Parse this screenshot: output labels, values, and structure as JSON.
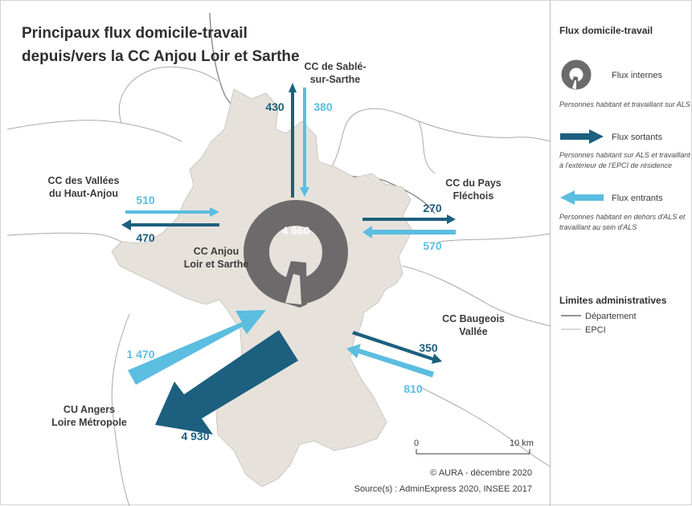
{
  "title": {
    "line1": "Principaux flux domicile-travail",
    "line2": "depuis/vers la CC Anjou Loir et Sarthe"
  },
  "colors": {
    "outgoing": "#1c5f7e",
    "incoming": "#5bbde0",
    "internal": "#6c6a6b",
    "territory": "#e6e2db"
  },
  "places": {
    "sable": [
      "CC de Sablé-",
      "sur-Sarthe"
    ],
    "vallees": [
      "CC des Vallées",
      "du Haut-Anjou"
    ],
    "flechois": [
      "CC du Pays",
      "Fléchois"
    ],
    "als": [
      "CC Anjou",
      "Loir et Sarthe"
    ],
    "baugeois": [
      "CC Baugeois",
      "Vallée"
    ],
    "angers": [
      "CU Angers",
      "Loire Métropole"
    ]
  },
  "flows": {
    "internal": "4 660",
    "sable_out": "430",
    "sable_in": "380",
    "vallees_in": "510",
    "vallees_out": "470",
    "flechois_out": "270",
    "flechois_in": "570",
    "baugeois_out": "350",
    "baugeois_in": "810",
    "angers_in": "1 470",
    "angers_out": "4 930"
  },
  "scale": {
    "start": "0",
    "end": "10 km"
  },
  "credits": {
    "copyright": "© AURA - décembre 2020",
    "source": "Source(s) : AdminExpress 2020, INSEE 2017"
  },
  "legend": {
    "title": "Flux domicile-travail",
    "internal_label": "Flux internes",
    "internal_desc": "Personnes habitant et travaillant sur ALS",
    "out_label": "Flux sortants",
    "out_desc1": "Personnes habitant sur ALS et travaillant",
    "out_desc2": "à l'extérieur de l'EPCI de résidence",
    "in_label": "Flux entrants",
    "in_desc1": "Personnes habitant en dehors d'ALS et",
    "in_desc2": "travaillant au sein d'ALS",
    "limits_title": "Limites administratives",
    "dept_label": "Département",
    "epci_label": "EPCI"
  }
}
